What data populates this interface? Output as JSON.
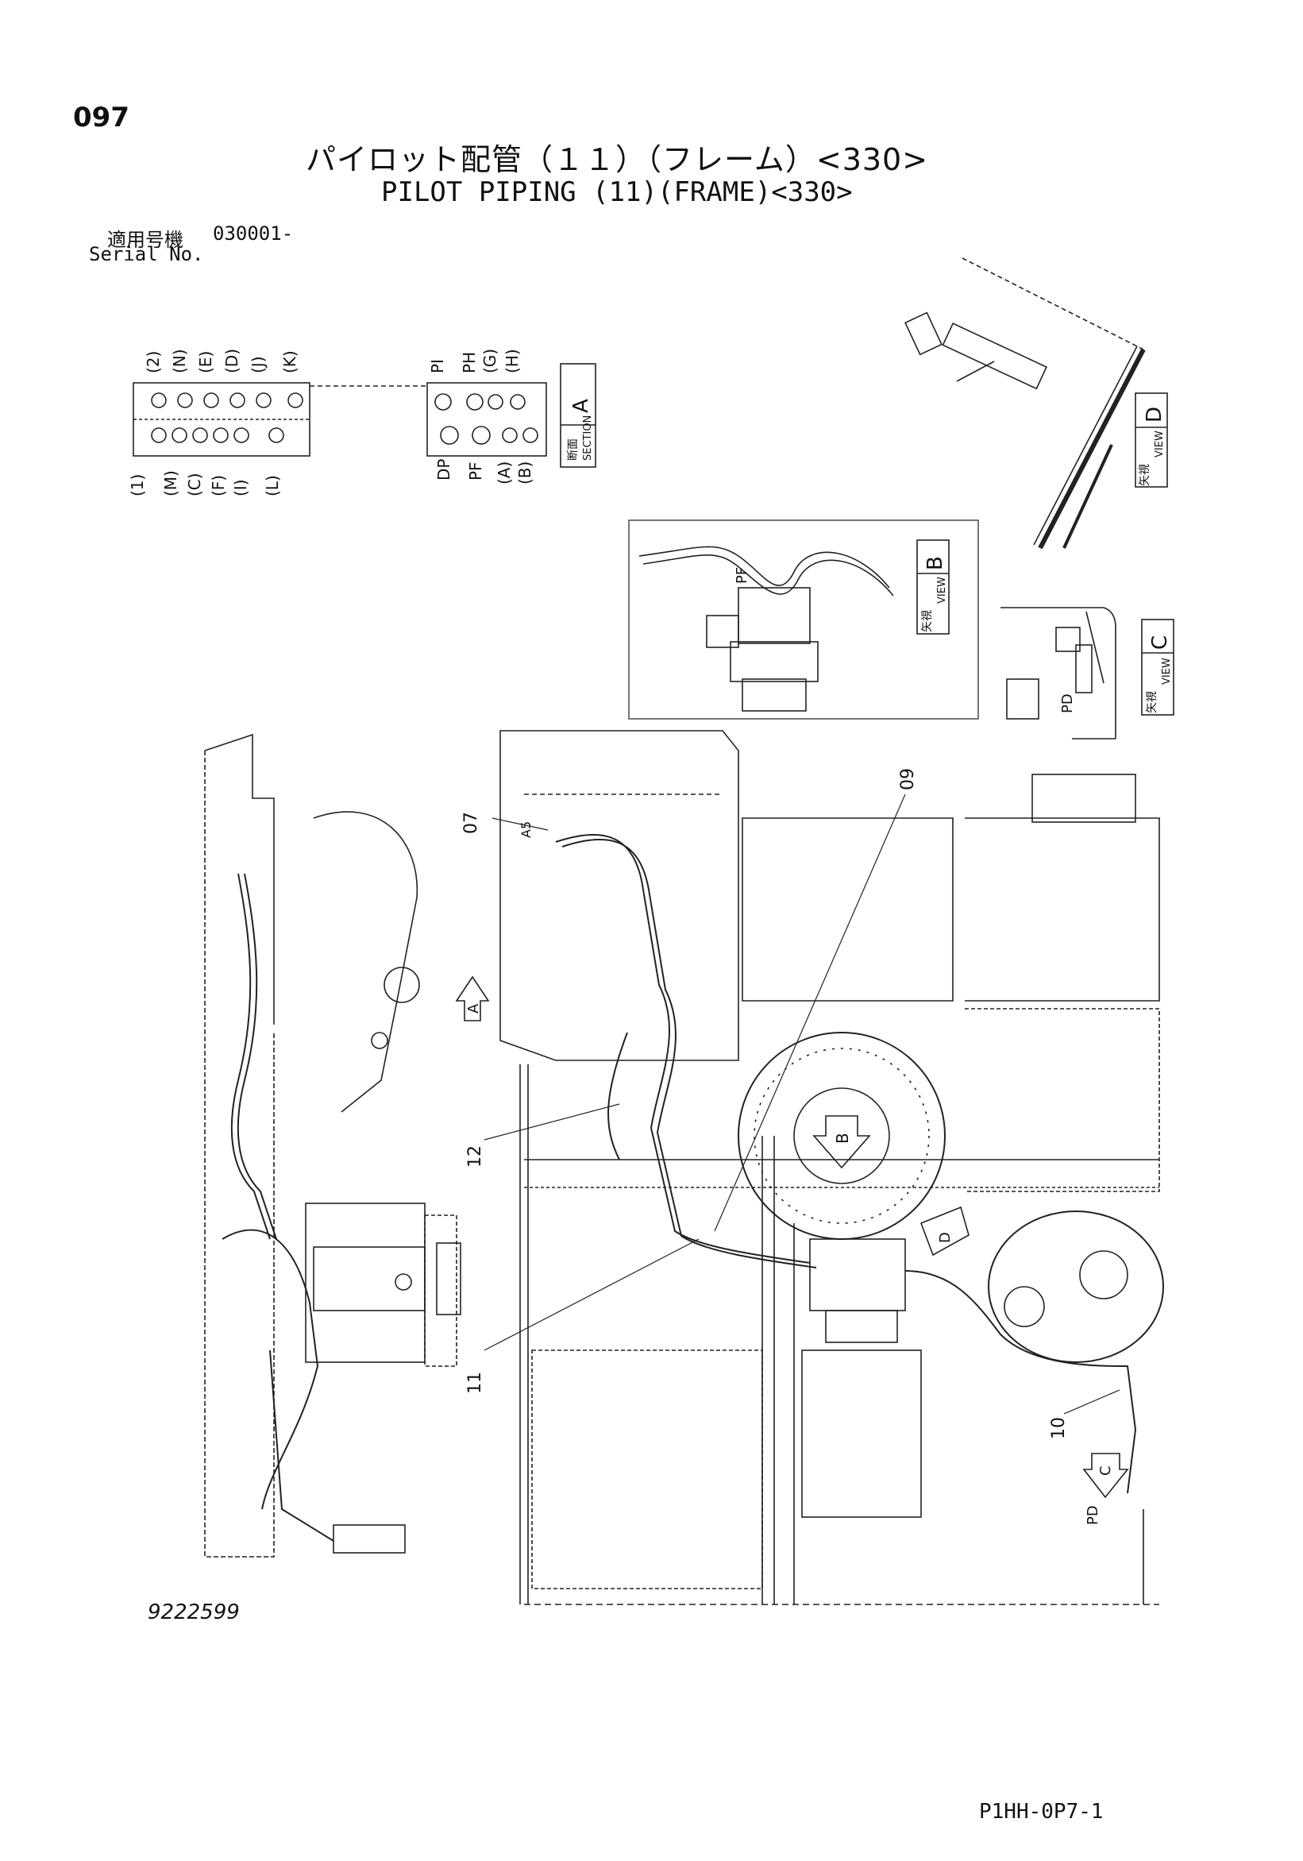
{
  "header": {
    "page_number": "097",
    "title_jp": "パイロット配管（１１）（フレーム）<330>",
    "title_en": "PILOT PIPING (11)(FRAME)<330>",
    "serial_label_jp": "適用号機",
    "serial_value": "030001-",
    "serial_label_en": "Serial No."
  },
  "section_a": {
    "label_jp": "断面",
    "label_en": "SECTION",
    "letter": "A",
    "top_ports_left": [
      "(2)",
      "(N)",
      "(E)",
      "(D)",
      "(J)",
      "(K)"
    ],
    "bottom_ports_left": [
      "(1)",
      "(M)",
      "(C)",
      "(F)",
      "(I)",
      "(L)"
    ],
    "top_ports_right": [
      "PI",
      "PH",
      "(G)",
      "(H)"
    ],
    "bottom_ports_right": [
      "DP",
      "PF",
      "(A)",
      "(B)"
    ]
  },
  "views": {
    "view_b": {
      "label_jp": "矢視",
      "label_en": "VIEW",
      "letter": "B",
      "port": "PF"
    },
    "view_c": {
      "label_jp": "矢視",
      "label_en": "VIEW",
      "letter": "C",
      "port": "PD"
    },
    "view_d": {
      "label_jp": "矢視",
      "label_en": "VIEW",
      "letter": "D"
    }
  },
  "callouts": {
    "p07": "07",
    "a5": "A5",
    "p09": "09",
    "p10": "10",
    "p11": "11",
    "p12": "12",
    "pd": "PD",
    "arrow_a": "A",
    "arrow_b": "B",
    "arrow_c": "C",
    "arrow_d": "D"
  },
  "footer": {
    "drawing_number": "9222599",
    "doc_code": "P1HH-0P7-1"
  }
}
